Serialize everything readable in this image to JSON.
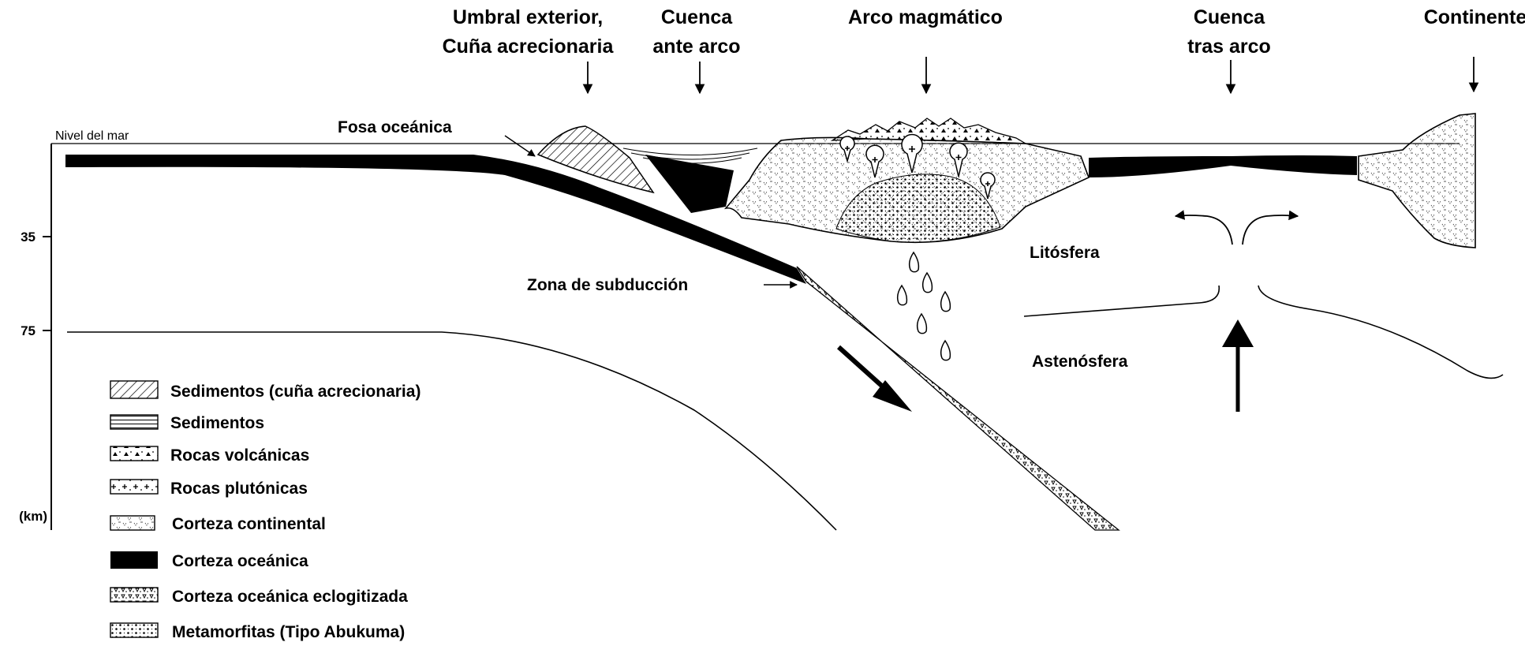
{
  "labels": {
    "umbral_line1": "Umbral exterior,",
    "umbral_line2": "Cuña acrecionaria",
    "cuenca_ante_line1": "Cuenca",
    "cuenca_ante_line2": "ante arco",
    "arco": "Arco magmático",
    "cuenca_tras_line1": "Cuenca",
    "cuenca_tras_line2": "tras arco",
    "continente": "Continente",
    "nivel_mar": "Nivel del mar",
    "fosa": "Fosa oceánica",
    "zona_subduccion": "Zona de subducción",
    "litosfera": "Litósfera",
    "astenosfera": "Astenósfera"
  },
  "depth_axis": {
    "tick_35": "35",
    "tick_75": "75",
    "unit": "(km)"
  },
  "legend": [
    {
      "label": "Sedimentos (cuña acrecionaria)",
      "pattern": "diagonal-hatch"
    },
    {
      "label": "Sedimentos",
      "pattern": "horizontal-lines"
    },
    {
      "label": "Rocas volcánicas",
      "pattern": "triangles"
    },
    {
      "label": "Rocas plutónicas",
      "pattern": "crosses"
    },
    {
      "label": "Corteza continental",
      "pattern": "dashed-v"
    },
    {
      "label": "Corteza oceánica",
      "pattern": "solid-black"
    },
    {
      "label": "Corteza oceánica eclogitizada",
      "pattern": "small-triangles"
    },
    {
      "label": "Metamorfitas (Tipo Abukuma)",
      "pattern": "dots-x"
    }
  ]
}
